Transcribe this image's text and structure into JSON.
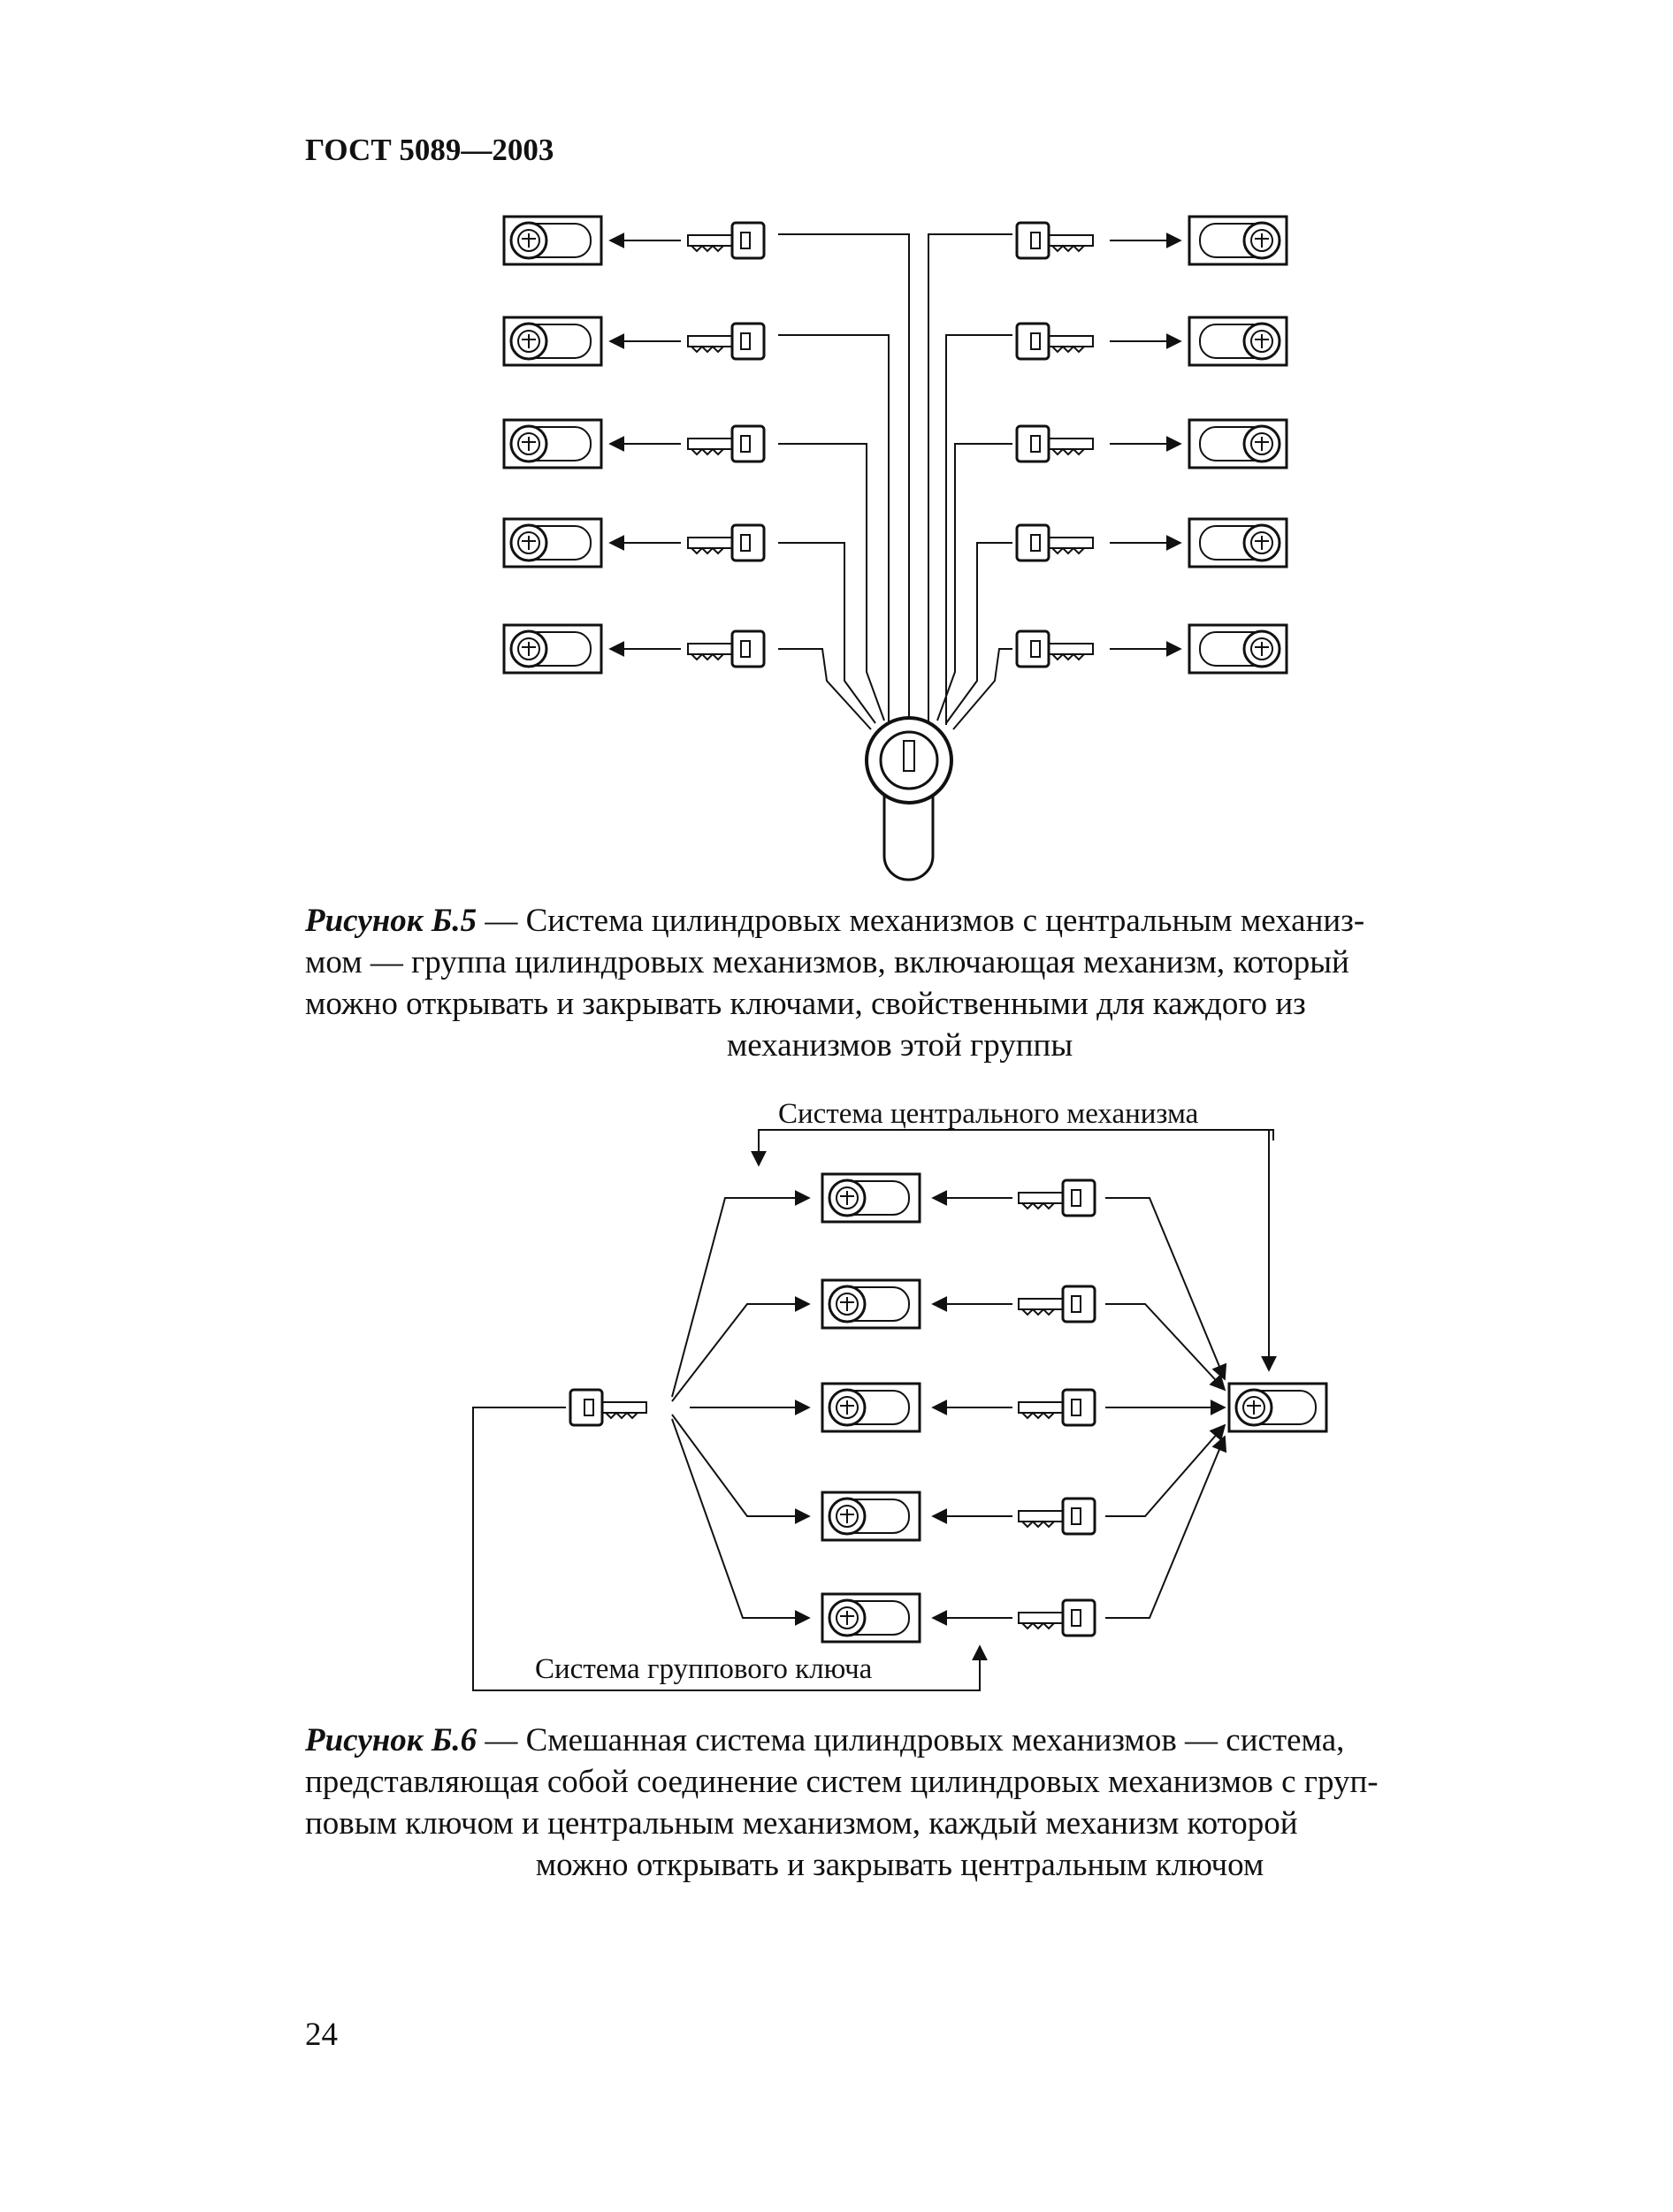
{
  "header": {
    "standard": "ГОСТ 5089—2003"
  },
  "figure_b5": {
    "caption_label": "Рисунок Б.5",
    "caption_lines": [
      " — Система цилиндровых механизмов с центральным механиз-",
      "мом — группа цилиндровых механизмов, включающая механизм, который",
      "можно открывать и закрывать ключами, свойственными для каждого из",
      "механизмов этой группы"
    ]
  },
  "figure_b6": {
    "top_label": "Система центрального механизма",
    "bottom_label": "Система группового ключа",
    "caption_label": "Рисунок Б.6",
    "caption_lines": [
      " — Смешанная система цилиндровых механизмов — система,",
      "представляющая собой соединение систем цилиндровых механизмов с груп-",
      "повым ключом и центральным механизмом, каждый механизм которой",
      "можно открывать и закрывать центральным ключом"
    ]
  },
  "footer": {
    "page_number": "24"
  }
}
